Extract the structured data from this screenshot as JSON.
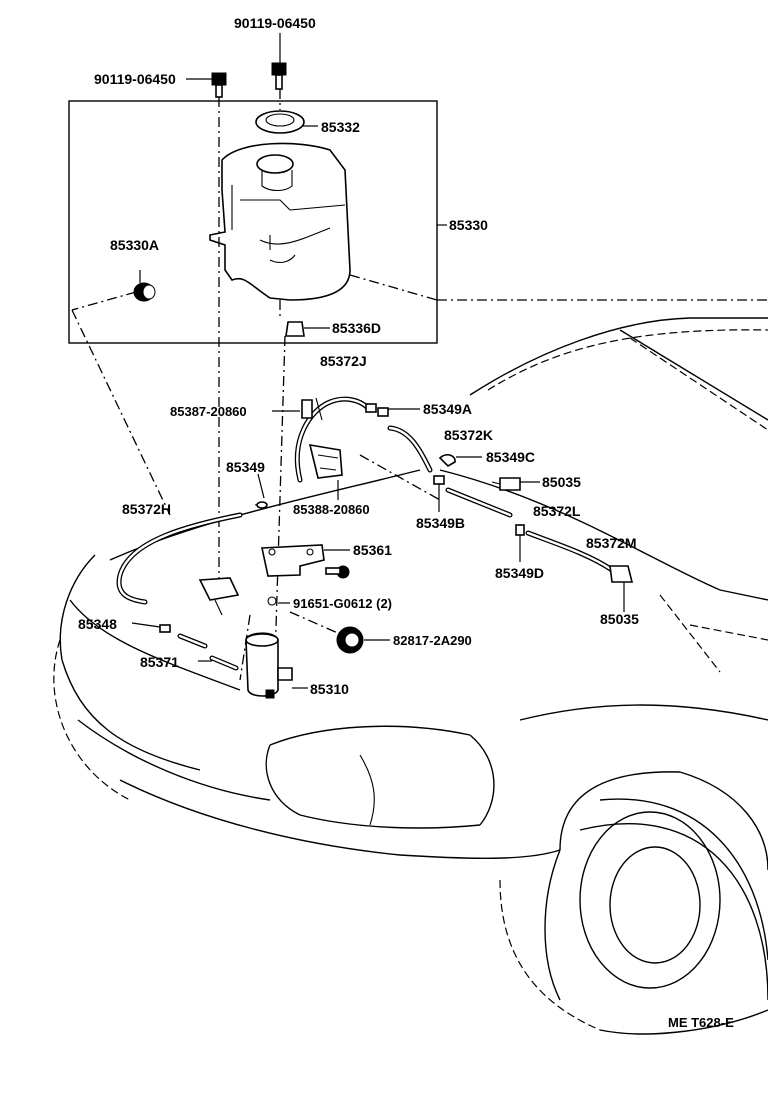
{
  "diagram": {
    "code": "ME T628-E",
    "labels": {
      "bolt_top": "90119-06450",
      "bolt_left": "90119-06450",
      "cap": "85332",
      "tank": "85330",
      "grommet_a": "85330A",
      "grommet_d": "85336D",
      "hose_j": "85372J",
      "clamp_20860_a": "85387-20860",
      "joint_a": "85349A",
      "hose_k": "85372K",
      "joint_c": "85349C",
      "nozzle_upper": "85035",
      "joint_mid": "85349",
      "clamp_20860_b": "85388-20860",
      "joint_b": "85349B",
      "hose_l": "85372L",
      "hose_h": "85372H",
      "bracket": "85361",
      "hose_m": "85372M",
      "joint_d": "85349D",
      "bolt_91651": "91651-G0612 (2)",
      "nozzle_lower": "85035",
      "joint_848": "85348",
      "grommet_82817": "82817-2A290",
      "hose_371": "85371",
      "pump": "85310"
    }
  }
}
